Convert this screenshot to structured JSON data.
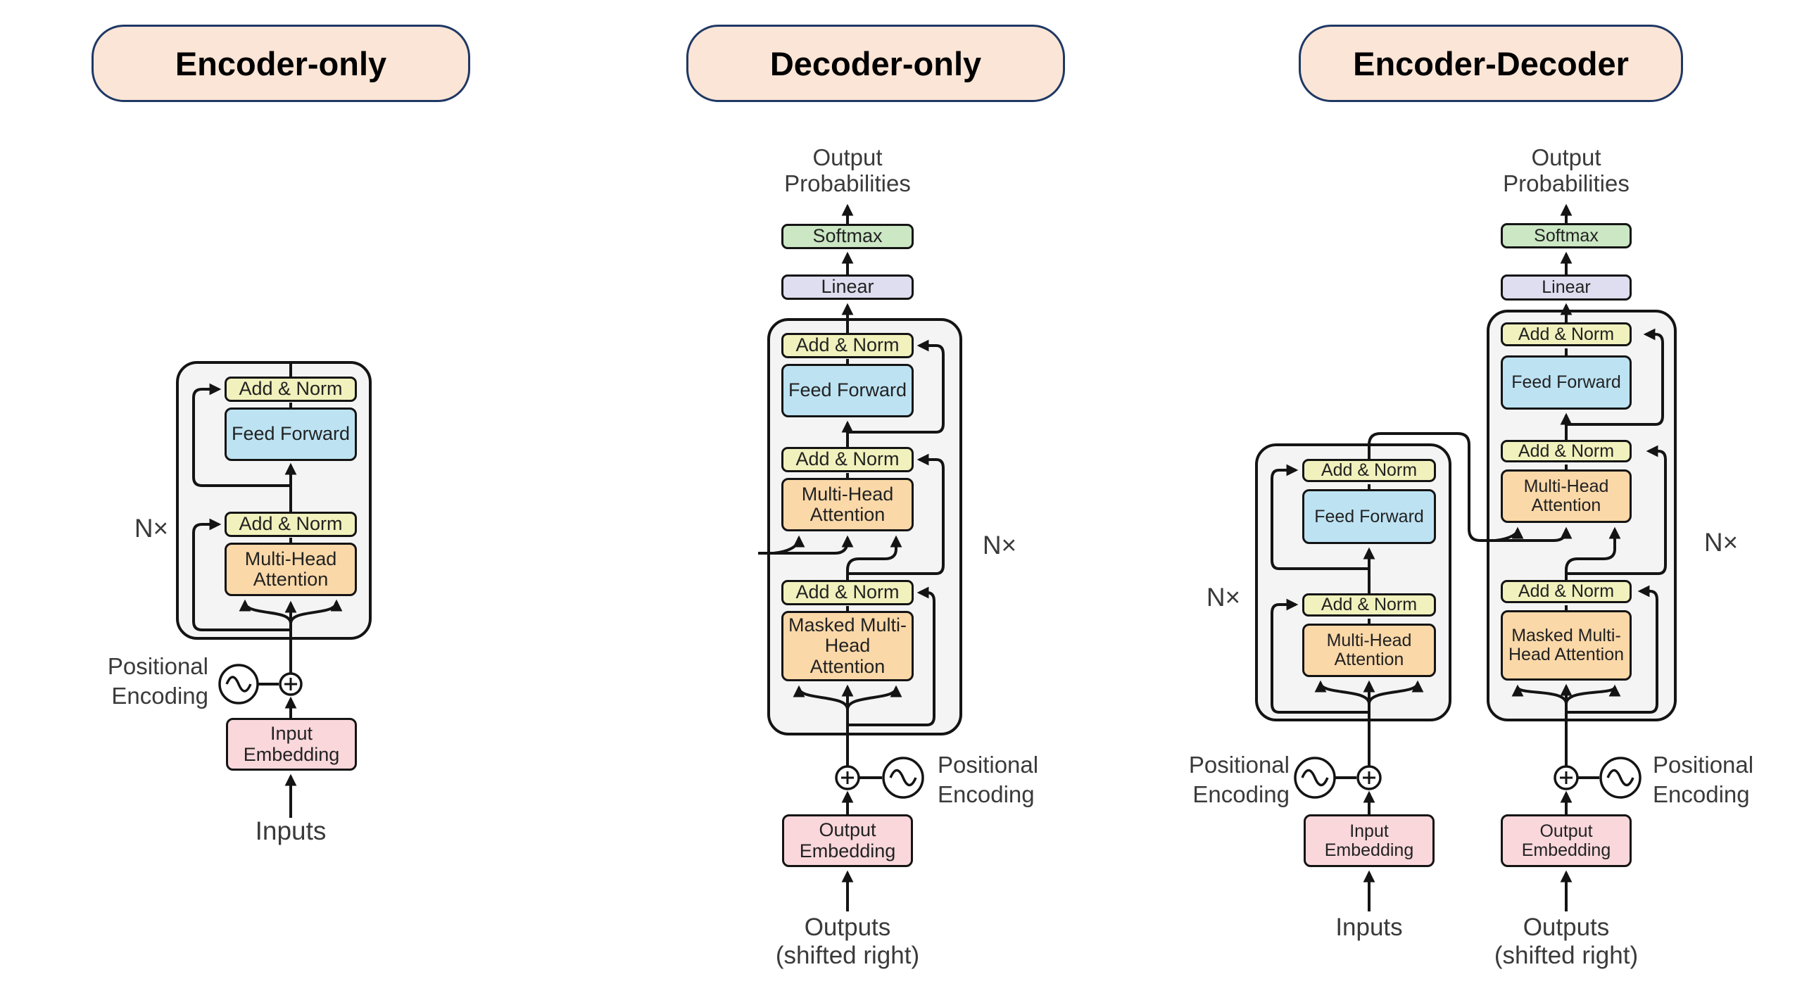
{
  "titles": [
    "Encoder-only",
    "Decoder-only",
    "Encoder-Decoder"
  ],
  "labels": {
    "add_norm": "Add & Norm",
    "feed_forward": "Feed Forward",
    "multi_head_attention": "Multi-Head Attention",
    "masked_multi_head_attention": "Masked Multi-Head Attention",
    "softmax": "Softmax",
    "linear": "Linear",
    "input_embedding": "Input Embedding",
    "output_embedding": "Output Embedding",
    "output_probabilities": "Output Probabilities",
    "positional_encoding": "Positional Encoding",
    "inputs": "Inputs",
    "outputs_shifted_right": "Outputs (shifted right)",
    "n_times": "N×"
  },
  "icons": {
    "positional_encoding": "sine-wave-circle",
    "add": "plus-in-circle"
  },
  "colors": {
    "pill_bg": "#FBE5D6",
    "pill_border": "#1F3864",
    "add_norm": "#F1F1BD",
    "feed_forward": "#BDE3F3",
    "attention": "#FAD8A8",
    "softmax": "#CBE7C4",
    "linear": "#DEDEF0",
    "embedding": "#F9D7DB",
    "container": "#F4F4F4",
    "line": "#141414"
  }
}
